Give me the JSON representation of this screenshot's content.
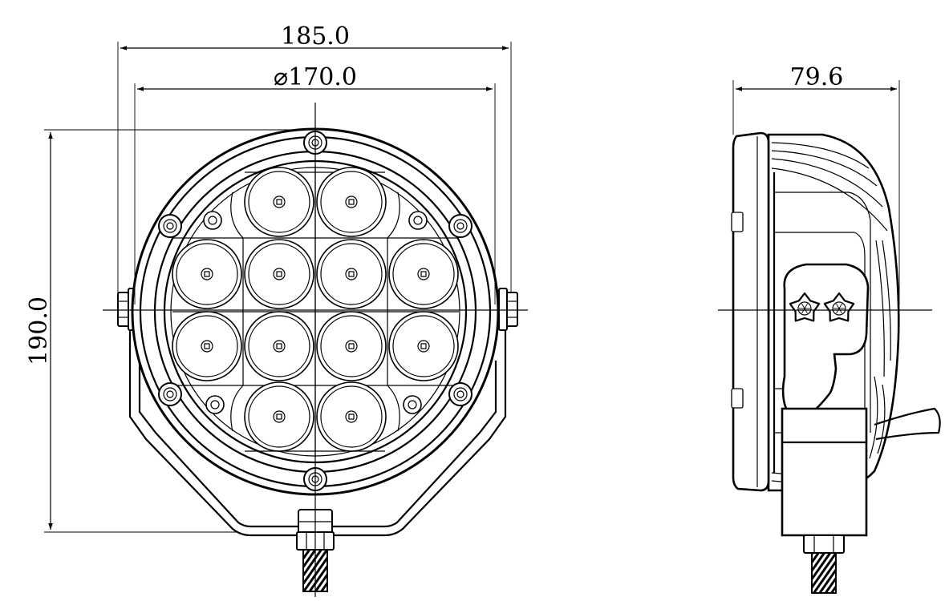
{
  "dimensions": {
    "overall_width": "185.0",
    "lens_diameter": "⌀170.0",
    "height": "190.0",
    "depth": "79.6"
  }
}
